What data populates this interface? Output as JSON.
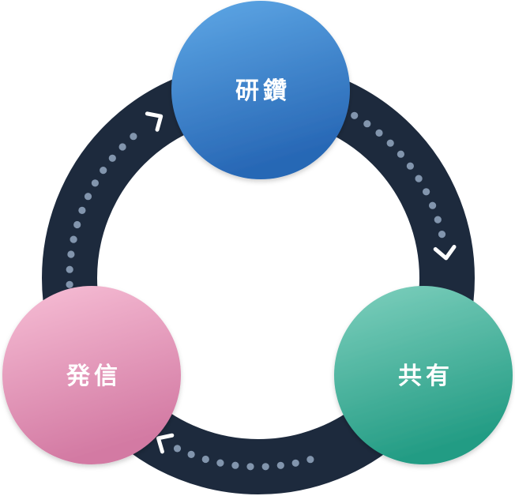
{
  "diagram": {
    "ring_color": "#1d2a3d",
    "dot_color": "#8295ad",
    "nodes": [
      {
        "id": "research",
        "label": "研鑽",
        "color_light": "#5fa8e6",
        "color_dark": "#2767b5"
      },
      {
        "id": "share",
        "label": "共有",
        "color_light": "#7fd0be",
        "color_dark": "#239c84"
      },
      {
        "id": "transmit",
        "label": "発信",
        "color_light": "#f7bfd6",
        "color_dark": "#d37aa3"
      }
    ],
    "flow": [
      {
        "from": "research",
        "to": "share"
      },
      {
        "from": "share",
        "to": "transmit"
      },
      {
        "from": "transmit",
        "to": "research"
      }
    ]
  }
}
